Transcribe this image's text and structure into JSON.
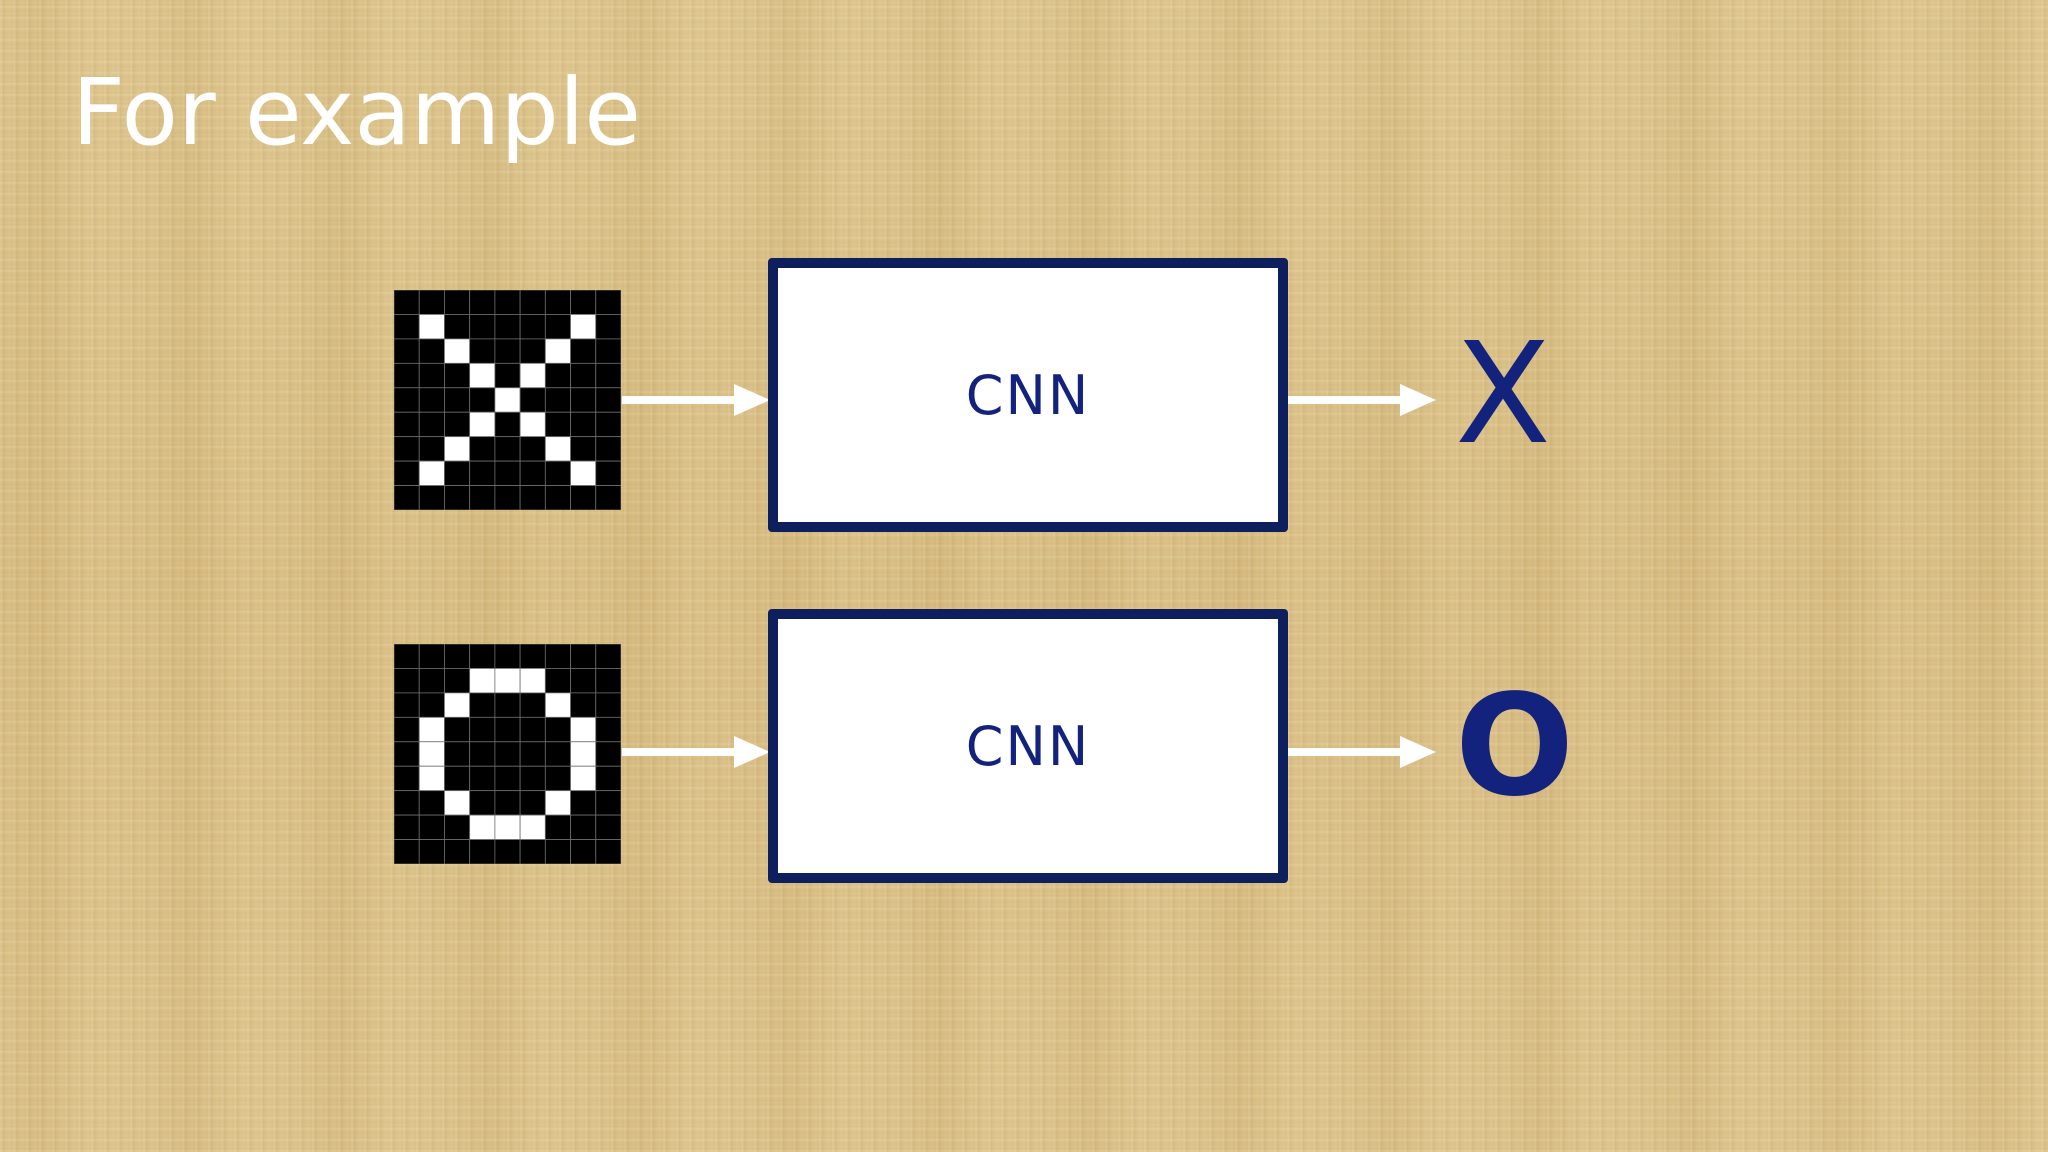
{
  "slide": {
    "title": "For example"
  },
  "rows": [
    {
      "symbol": "X",
      "model_label": "CNN",
      "output_label": "X",
      "pixels": [
        "000000000",
        "010000010",
        "001000100",
        "000101000",
        "000010000",
        "000101000",
        "001000100",
        "010000010",
        "000000000"
      ]
    },
    {
      "symbol": "O",
      "model_label": "CNN",
      "output_label": "O",
      "pixels": [
        "000000000",
        "000111000",
        "001000100",
        "010000010",
        "010000010",
        "010000010",
        "001000100",
        "000111000",
        "000000000"
      ]
    }
  ],
  "colors": {
    "box_border": "#0d1f5c",
    "text_navy": "#13237d",
    "arrow": "#ffffff",
    "pixel_on": "#ffffff",
    "pixel_off": "#000000",
    "grid_line": "#6e6e6e"
  }
}
